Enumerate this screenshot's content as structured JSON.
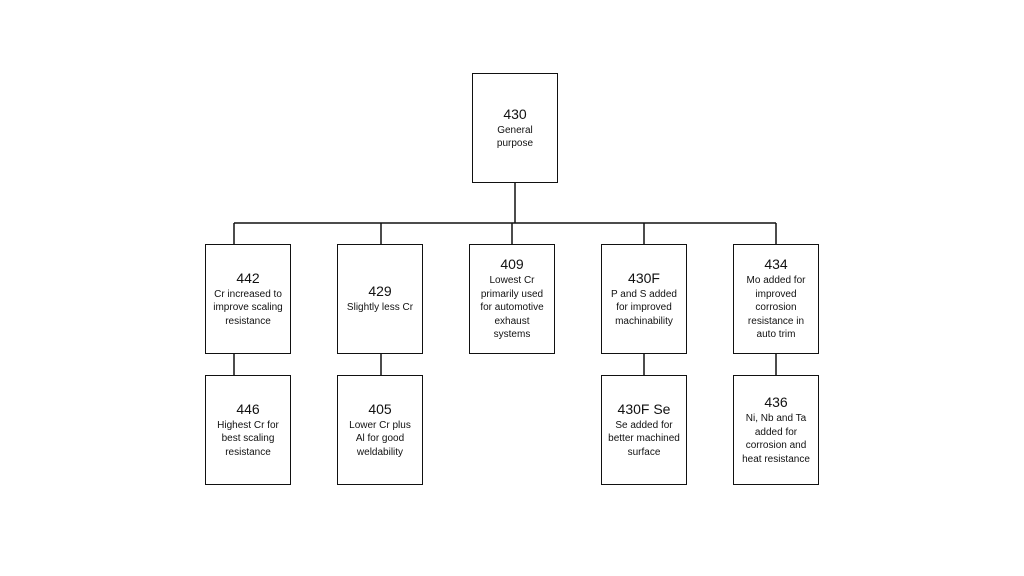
{
  "nodes": {
    "n430": {
      "code": "430",
      "desc": "General purpose"
    },
    "n442": {
      "code": "442",
      "desc": "Cr increased to improve scaling resistance"
    },
    "n429": {
      "code": "429",
      "desc": "Slightly less Cr"
    },
    "n409": {
      "code": "409",
      "desc": "Lowest Cr primarily used for automotive exhaust systems"
    },
    "n430f": {
      "code": "430F",
      "desc": "P and S added for improved machinability"
    },
    "n434": {
      "code": "434",
      "desc": "Mo added for improved corrosion resistance in auto trim"
    },
    "n446": {
      "code": "446",
      "desc": "Highest Cr for best scaling resistance"
    },
    "n405": {
      "code": "405",
      "desc": "Lower Cr plus Al for good weldability"
    },
    "n430fse": {
      "code": "430F Se",
      "desc": "Se added for better machined surface"
    },
    "n436": {
      "code": "436",
      "desc": "Ni, Nb and Ta added for corrosion and heat resistance"
    }
  },
  "edges": [
    [
      "n430",
      "n442"
    ],
    [
      "n430",
      "n429"
    ],
    [
      "n430",
      "n409"
    ],
    [
      "n430",
      "n430f"
    ],
    [
      "n430",
      "n434"
    ],
    [
      "n442",
      "n446"
    ],
    [
      "n429",
      "n405"
    ],
    [
      "n430f",
      "n430fse"
    ],
    [
      "n434",
      "n436"
    ]
  ],
  "colors": {
    "line": "#111111",
    "background": "#ffffff"
  }
}
